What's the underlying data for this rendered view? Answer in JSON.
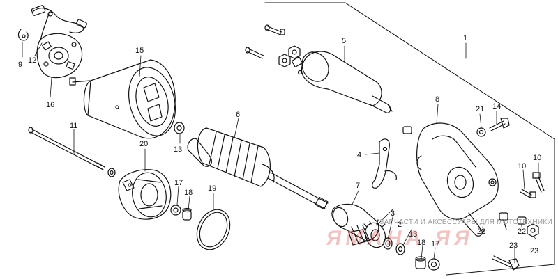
{
  "callouts": {
    "c1": "1",
    "c2": "2",
    "c3": "3",
    "c4": "4",
    "c5": "5",
    "c6": "6",
    "c7": "7",
    "c8": "8",
    "c9": "9",
    "c10a": "10",
    "c10b": "10",
    "c11": "11",
    "c12": "12",
    "c13a": "13",
    "c13b": "13",
    "c14": "14",
    "c15": "15",
    "c16": "16",
    "c17a": "17",
    "c17b": "17",
    "c18a": "18",
    "c18b": "18",
    "c19": "19",
    "c20": "20",
    "c21": "21",
    "c22a": "22",
    "c22b": "22",
    "c23a": "23",
    "c23b": "23"
  },
  "watermark": {
    "text": "ЗАПЧАСТИ И АКСЕССУАРЫ ДЛЯ МОТОТЕХНИКИ",
    "logo": "ЯМАНА ЯЯ"
  }
}
